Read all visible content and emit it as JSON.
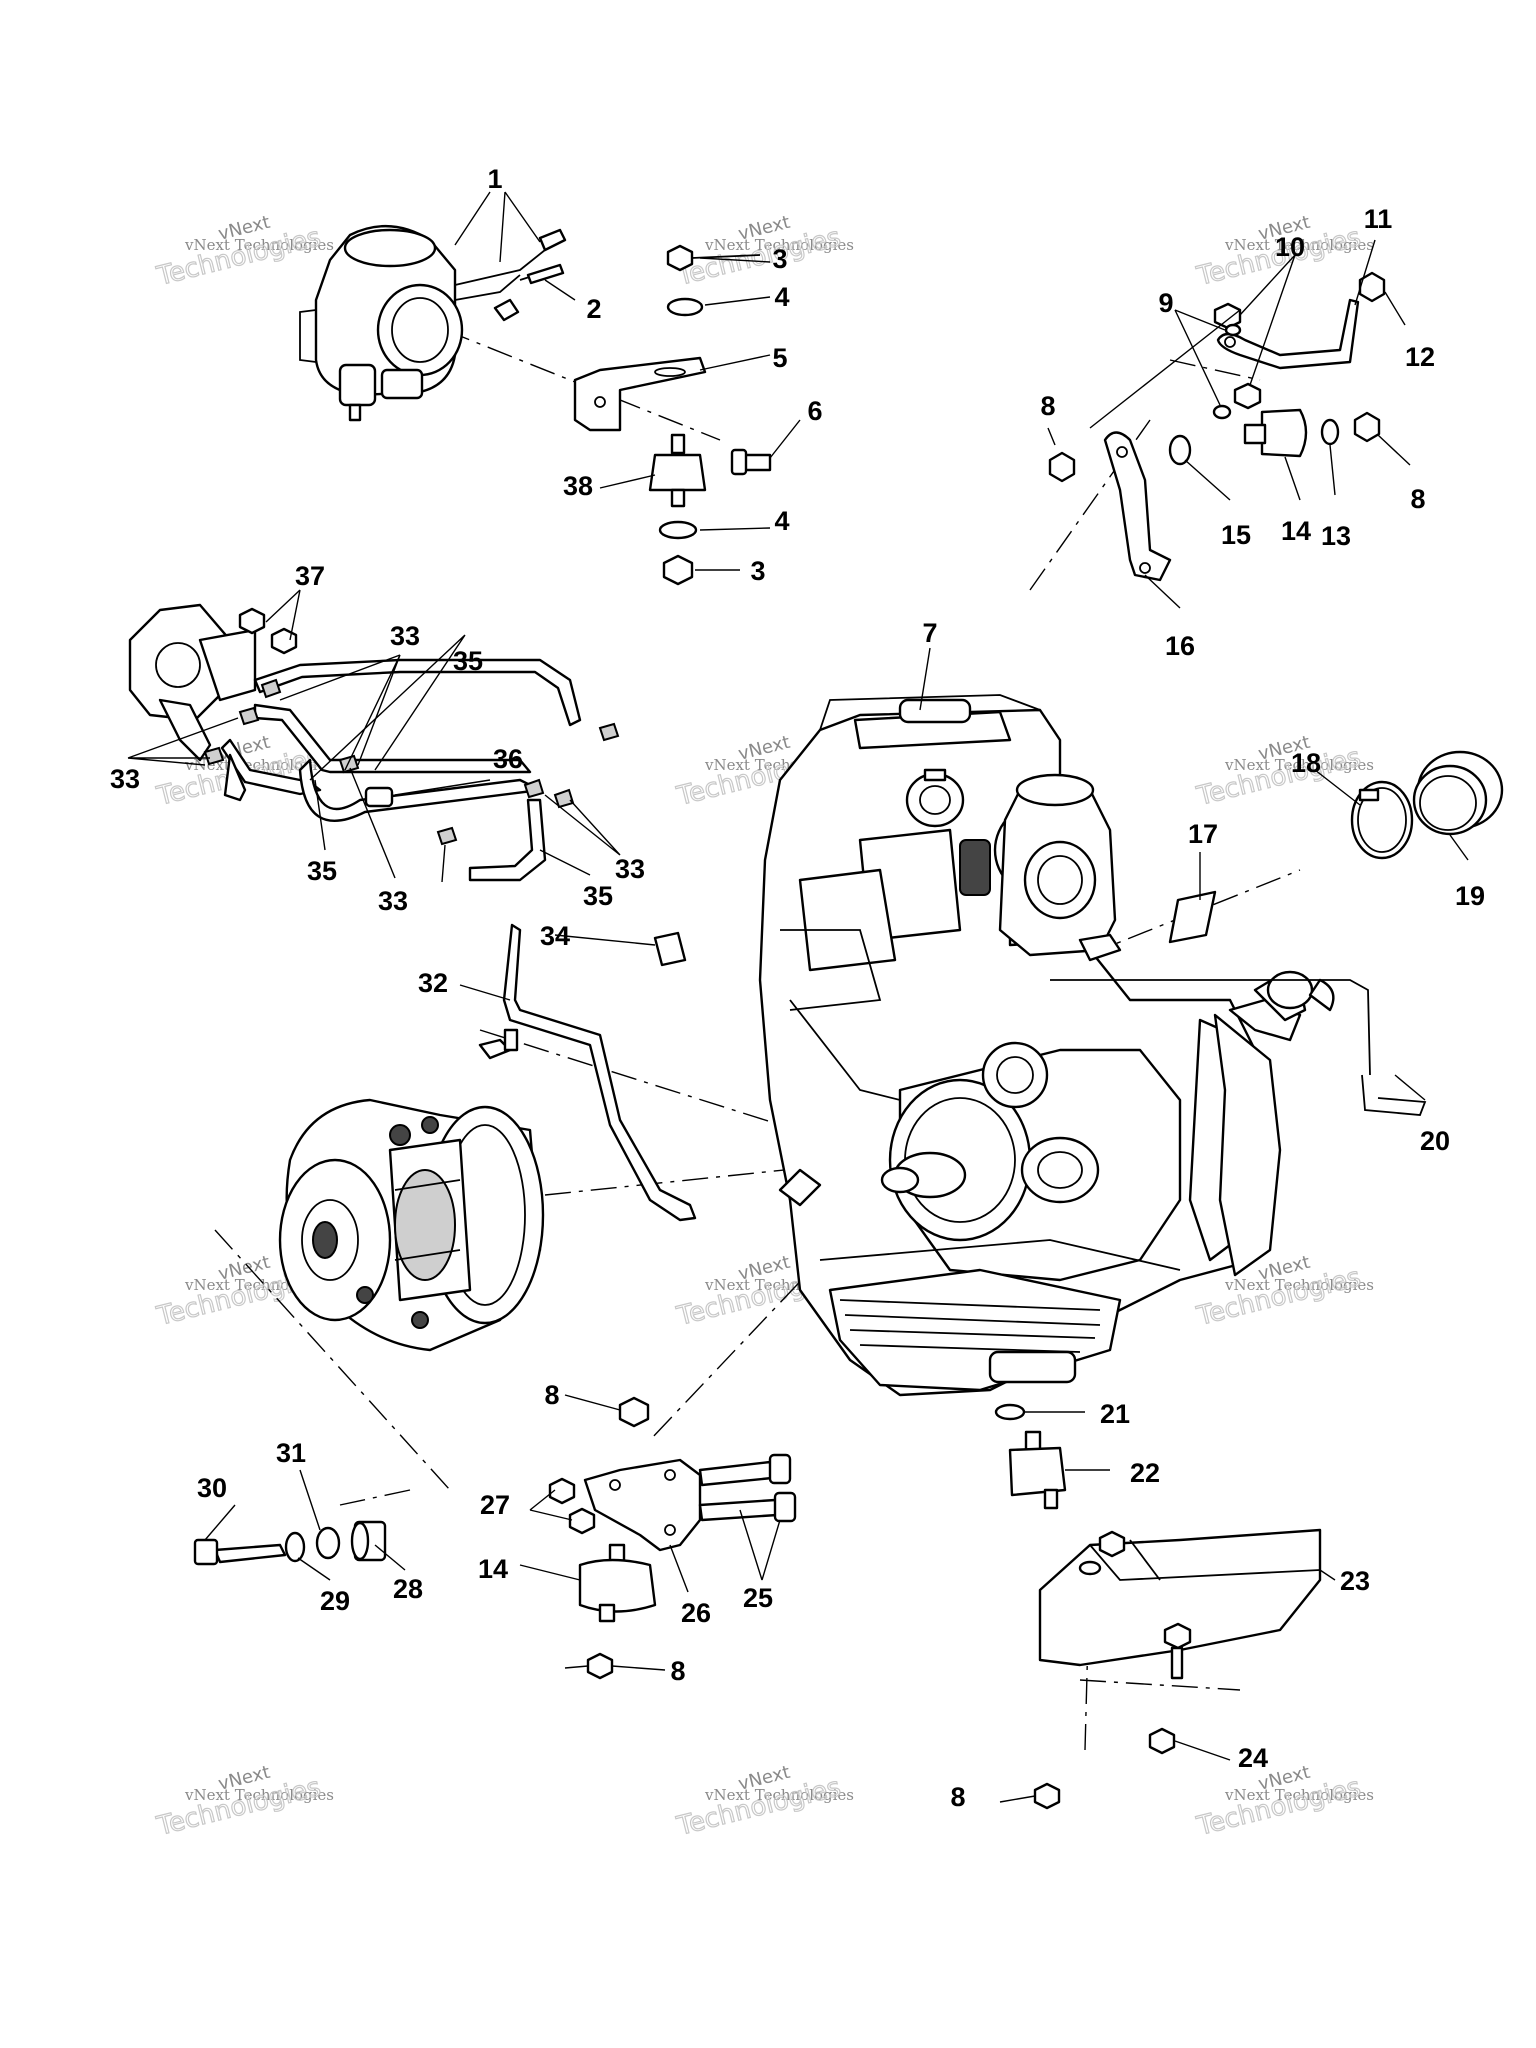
{
  "callouts": [
    {
      "id": "c1",
      "text": "1"
    },
    {
      "id": "c2",
      "text": "2"
    },
    {
      "id": "c3a",
      "text": "3"
    },
    {
      "id": "c3b",
      "text": "3"
    },
    {
      "id": "c4a",
      "text": "4"
    },
    {
      "id": "c4b",
      "text": "4"
    },
    {
      "id": "c5",
      "text": "5"
    },
    {
      "id": "c6",
      "text": "6"
    },
    {
      "id": "c7",
      "text": "7"
    },
    {
      "id": "c8a",
      "text": "8"
    },
    {
      "id": "c8b",
      "text": "8"
    },
    {
      "id": "c8c",
      "text": "8"
    },
    {
      "id": "c8d",
      "text": "8"
    },
    {
      "id": "c8e",
      "text": "8"
    },
    {
      "id": "c9",
      "text": "9"
    },
    {
      "id": "c10",
      "text": "10"
    },
    {
      "id": "c11",
      "text": "11"
    },
    {
      "id": "c12",
      "text": "12"
    },
    {
      "id": "c13",
      "text": "13"
    },
    {
      "id": "c14a",
      "text": "14"
    },
    {
      "id": "c14b",
      "text": "14"
    },
    {
      "id": "c15",
      "text": "15"
    },
    {
      "id": "c16",
      "text": "16"
    },
    {
      "id": "c17",
      "text": "17"
    },
    {
      "id": "c18",
      "text": "18"
    },
    {
      "id": "c19",
      "text": "19"
    },
    {
      "id": "c20",
      "text": "20"
    },
    {
      "id": "c21",
      "text": "21"
    },
    {
      "id": "c22",
      "text": "22"
    },
    {
      "id": "c23",
      "text": "23"
    },
    {
      "id": "c24",
      "text": "24"
    },
    {
      "id": "c25",
      "text": "25"
    },
    {
      "id": "c26",
      "text": "26"
    },
    {
      "id": "c27",
      "text": "27"
    },
    {
      "id": "c28",
      "text": "28"
    },
    {
      "id": "c29",
      "text": "29"
    },
    {
      "id": "c30",
      "text": "30"
    },
    {
      "id": "c31",
      "text": "31"
    },
    {
      "id": "c32",
      "text": "32"
    },
    {
      "id": "c33a",
      "text": "33"
    },
    {
      "id": "c33b",
      "text": "33"
    },
    {
      "id": "c33c",
      "text": "33"
    },
    {
      "id": "c33d",
      "text": "33"
    },
    {
      "id": "c34",
      "text": "34"
    },
    {
      "id": "c35a",
      "text": "35"
    },
    {
      "id": "c35b",
      "text": "35"
    },
    {
      "id": "c35c",
      "text": "35"
    },
    {
      "id": "c36",
      "text": "36"
    },
    {
      "id": "c37",
      "text": "37"
    },
    {
      "id": "c38",
      "text": "38"
    }
  ],
  "watermark": {
    "line1": "vNext",
    "line2": "Technologies",
    "line3": "vNext Technologies"
  }
}
